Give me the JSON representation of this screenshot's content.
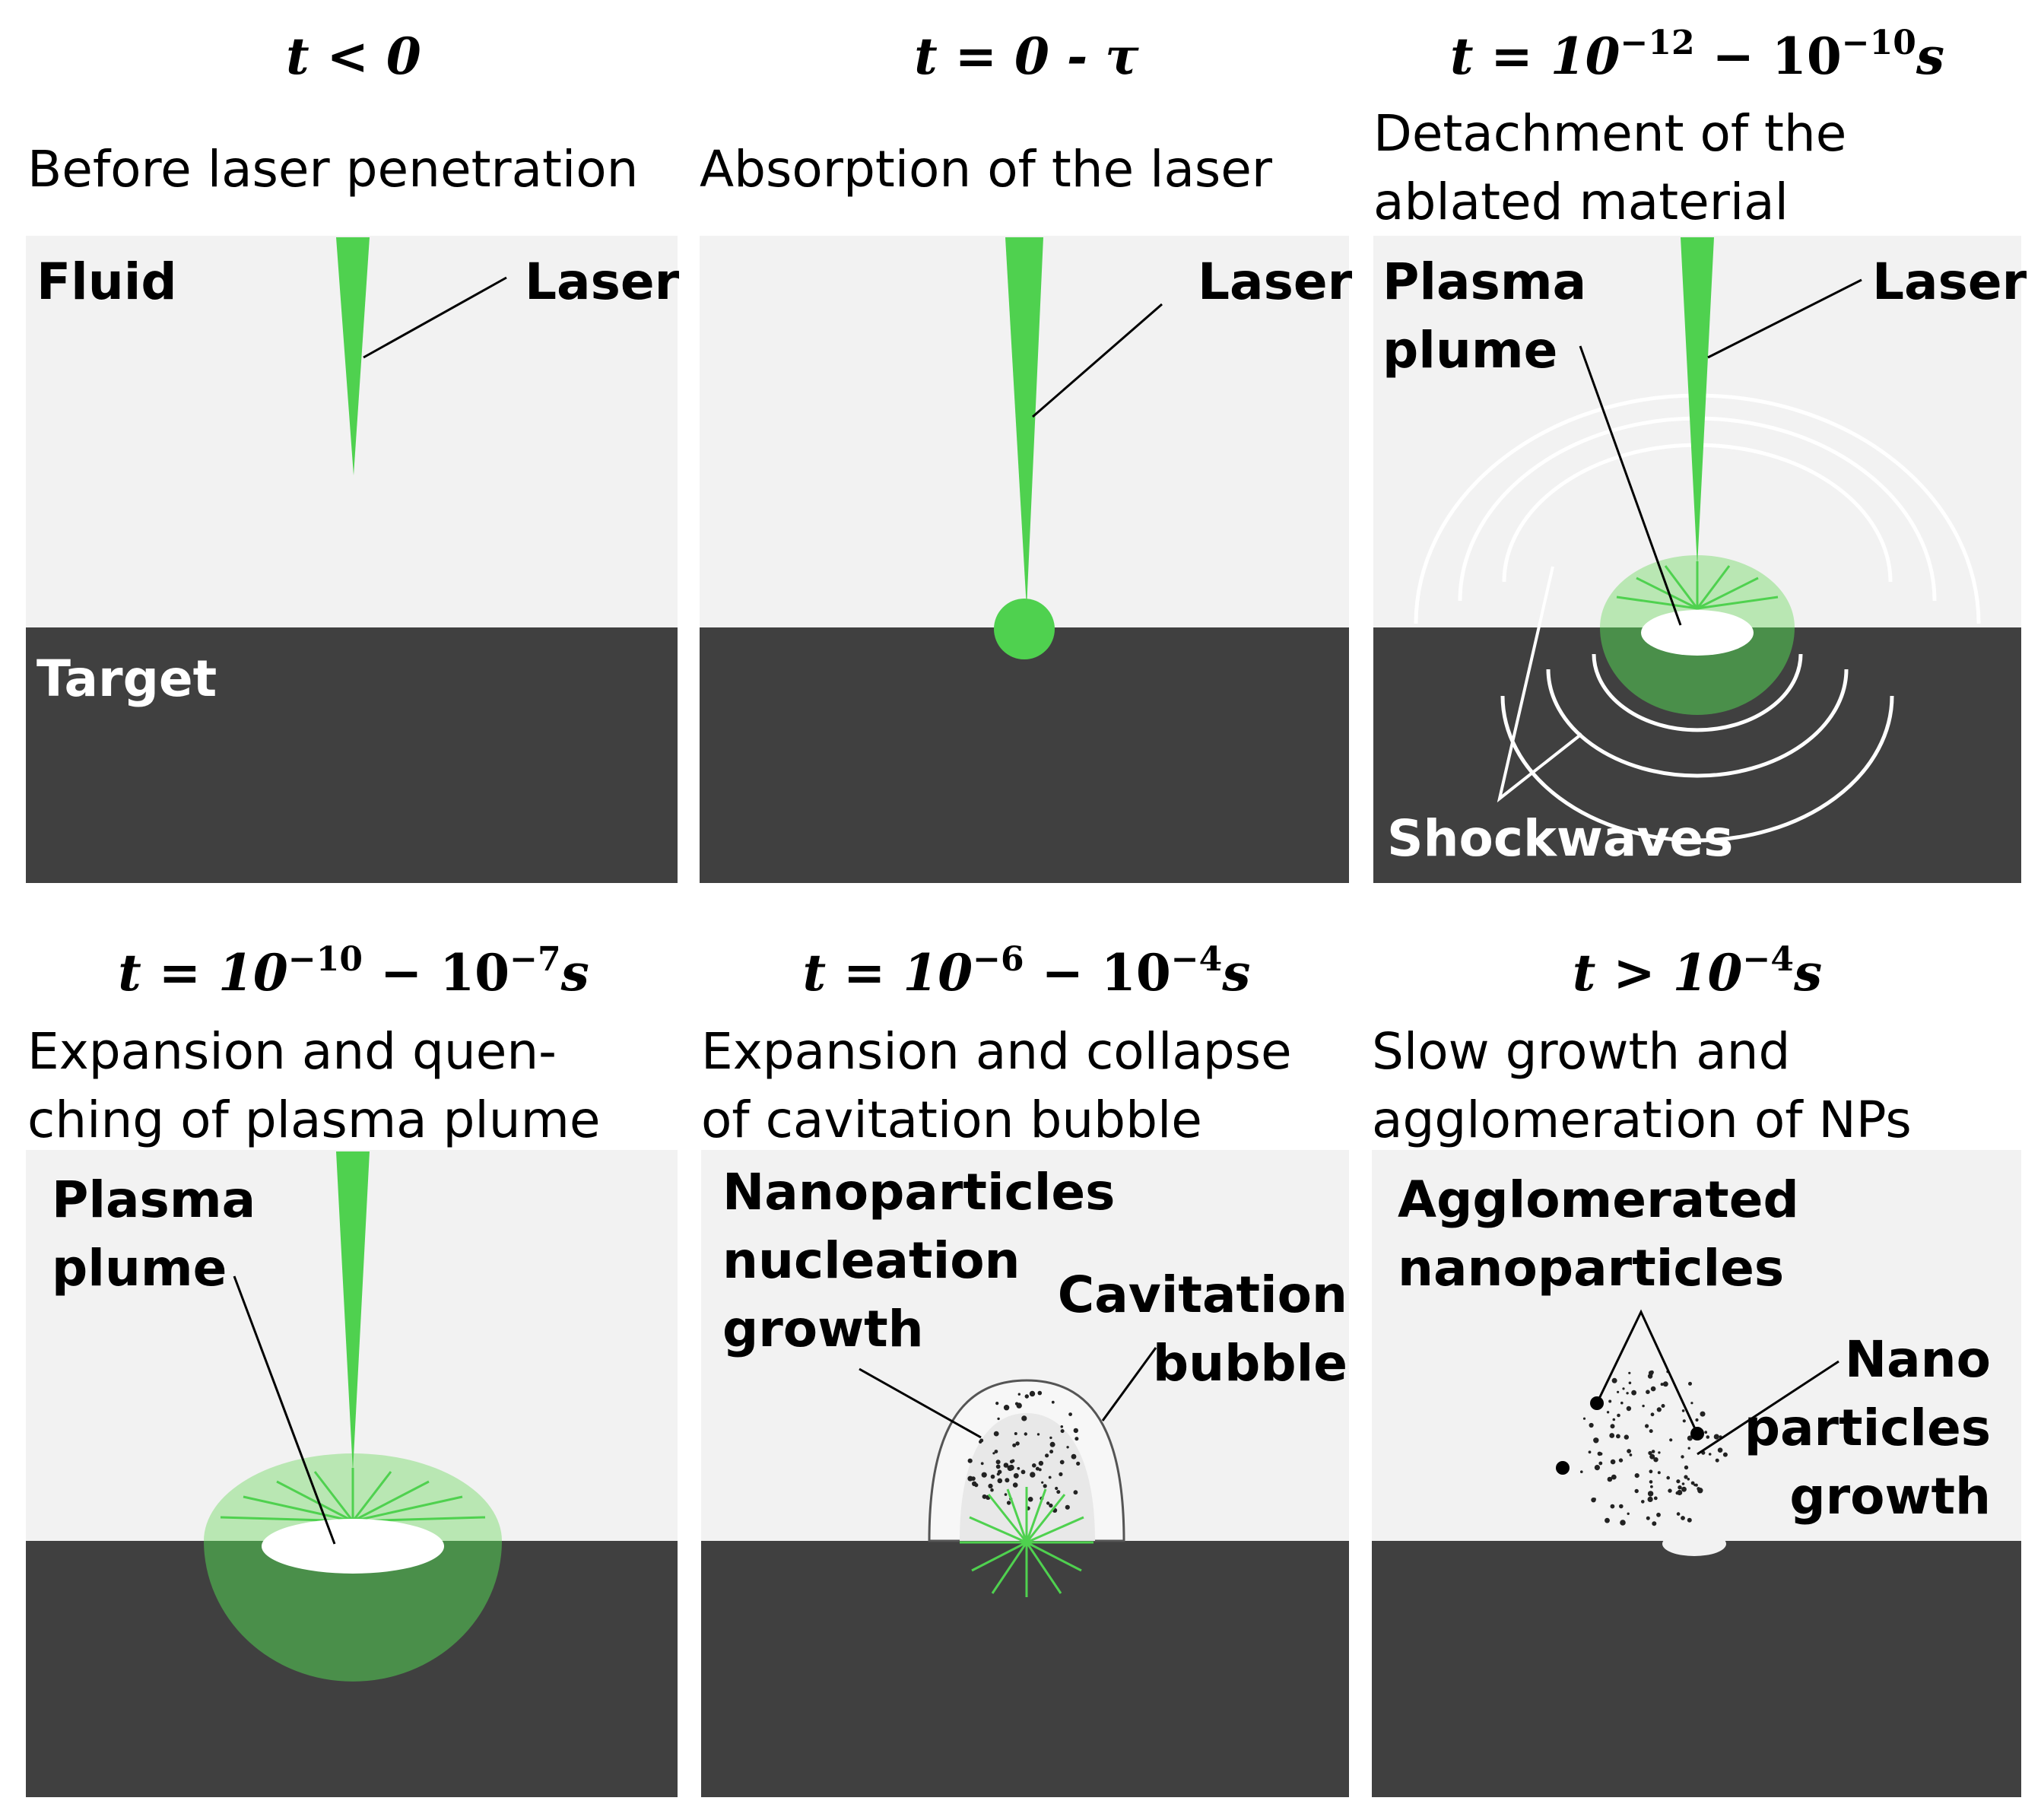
{
  "panels": [
    {
      "time_main": "t < 0",
      "description": [
        "Before laser penetration"
      ],
      "labels": {
        "fluid": "Fluid",
        "laser": "Laser",
        "target": "Target"
      }
    },
    {
      "time_main": "t = 0 - τ",
      "description": [
        "Absorption of the laser"
      ],
      "labels": {
        "laser": "Laser"
      }
    },
    {
      "time_prefix": "t = 10",
      "time_exp1": "−12",
      "time_mid": " − 10",
      "time_exp2": "−10",
      "time_unit": "s",
      "description": [
        "Detachment of the",
        "ablated material"
      ],
      "labels": {
        "plasma": [
          "Plasma",
          "plume"
        ],
        "laser": "Laser",
        "shockwaves": "Shockwaves"
      }
    },
    {
      "time_prefix": "t = 10",
      "time_exp1": "−10",
      "time_mid": " − 10",
      "time_exp2": "−7",
      "time_unit": "s",
      "description": [
        "Expansion and quen-",
        "ching of plasma plume"
      ],
      "labels": {
        "plasma": [
          "Plasma",
          "plume"
        ]
      }
    },
    {
      "time_prefix": "t = 10",
      "time_exp1": "−6",
      "time_mid": " − 10",
      "time_exp2": "−4",
      "time_unit": "s",
      "description": [
        "Expansion and collapse",
        "of cavitation bubble"
      ],
      "labels": {
        "nucleation": [
          "Nanoparticles",
          "nucleation",
          "growth"
        ],
        "bubble": [
          "Cavitation",
          "bubble"
        ]
      }
    },
    {
      "time_prefix": "t > 10",
      "time_exp1": "−4",
      "time_unit": "s",
      "description": [
        "Slow growth and",
        "agglomeration of NPs"
      ],
      "labels": {
        "agglomerated": [
          "Agglomerated",
          "nanoparticles"
        ],
        "growth": [
          "Nano",
          "particles",
          "growth"
        ]
      }
    }
  ],
  "colors": {
    "fluid": "#f2f2f2",
    "target": "#404040",
    "laser": "#4fd14f",
    "plume_light": "#b9e7b3",
    "plume_dark": "#4a8f4a"
  }
}
